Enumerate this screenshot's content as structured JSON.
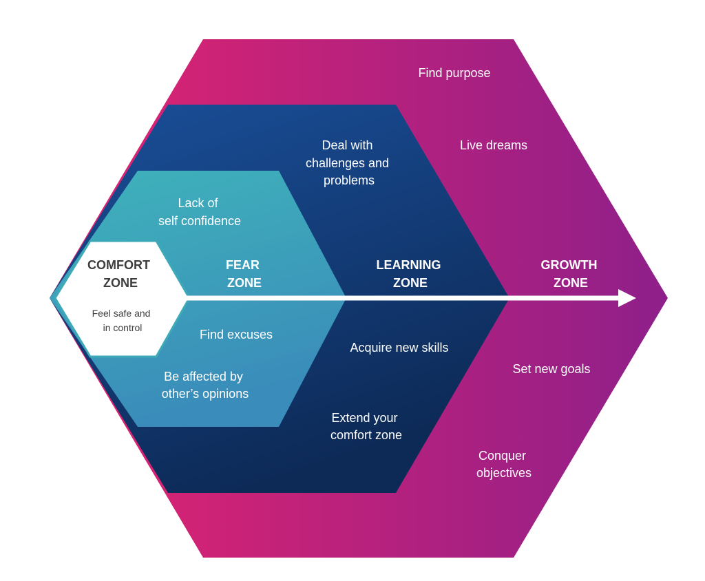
{
  "zones": {
    "comfort": {
      "title": [
        "COMFORT",
        "ZONE"
      ],
      "description": [
        "Feel safe and",
        "in control"
      ]
    },
    "fear": {
      "title": [
        "FEAR",
        "ZONE"
      ],
      "items": [
        [
          "Lack of",
          "self confidence"
        ],
        [
          "Find excuses"
        ],
        [
          "Be affected by",
          "other’s opinions"
        ]
      ]
    },
    "learning": {
      "title": [
        "LEARNING",
        "ZONE"
      ],
      "items": [
        [
          "Deal with",
          "challenges and",
          "problems"
        ],
        [
          "Acquire new skills"
        ],
        [
          "Extend your",
          "comfort zone"
        ]
      ]
    },
    "growth": {
      "title": [
        "GROWTH",
        "ZONE"
      ],
      "items": [
        [
          "Find purpose"
        ],
        [
          "Live dreams"
        ],
        [
          "Set new goals"
        ],
        [
          "Conquer",
          "objectives"
        ]
      ]
    }
  },
  "colors": {
    "growth_left": "#e3246f",
    "growth_right": "#8e1f8a",
    "learning_top": "#1a4f9a",
    "learning_bottom": "#0d2a57",
    "fear_top": "#3fb3bb",
    "fear_bottom": "#3a8cba",
    "comfort_fill": "#ffffff",
    "comfort_border": "#3eaab8",
    "comfort_text": "#3d3d3d",
    "arrow": "#ffffff",
    "label_text": "#ffffff"
  }
}
